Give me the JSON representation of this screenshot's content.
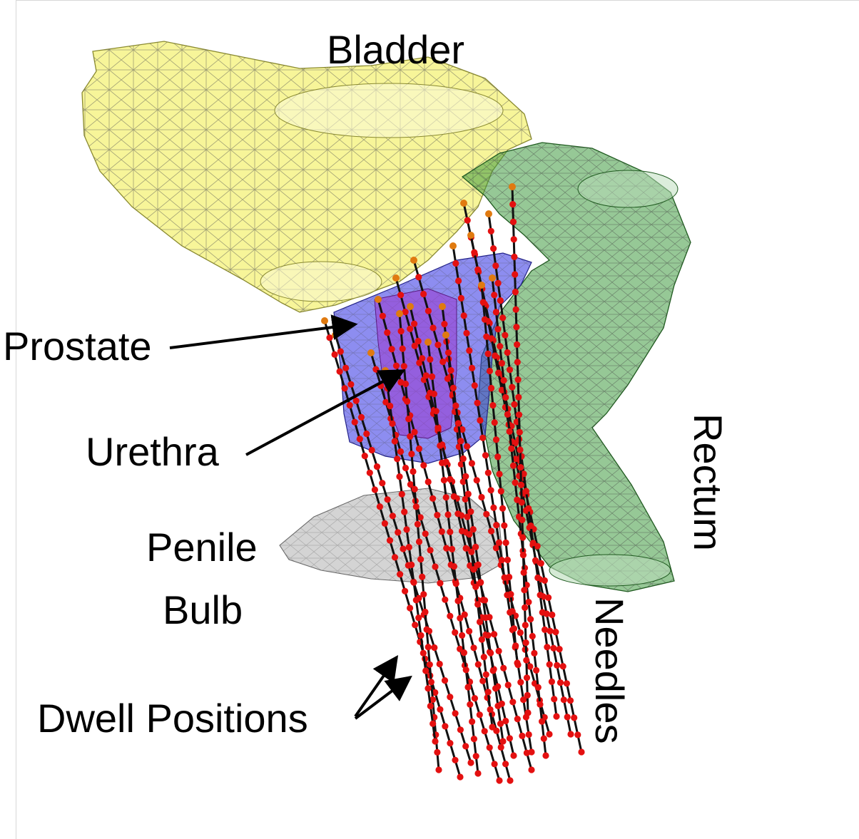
{
  "labels": {
    "bladder": "Bladder",
    "prostate": "Prostate",
    "urethra": "Urethra",
    "penile": "Penile",
    "bulb": "Bulb",
    "dwell_positions": "Dwell Positions",
    "rectum": "Rectum",
    "needles": "Needles"
  },
  "colors": {
    "bladder": "#f2ef5a",
    "prostate": "#3a3ae6",
    "urethra": "#9a3ad0",
    "rectum": "#3f9a3f",
    "penile_bulb": "#b8b8b8",
    "needle": "#111111",
    "dwell": "#e41010",
    "mesh": "#555555"
  },
  "icons": {
    "arrow": "arrow-icon"
  }
}
